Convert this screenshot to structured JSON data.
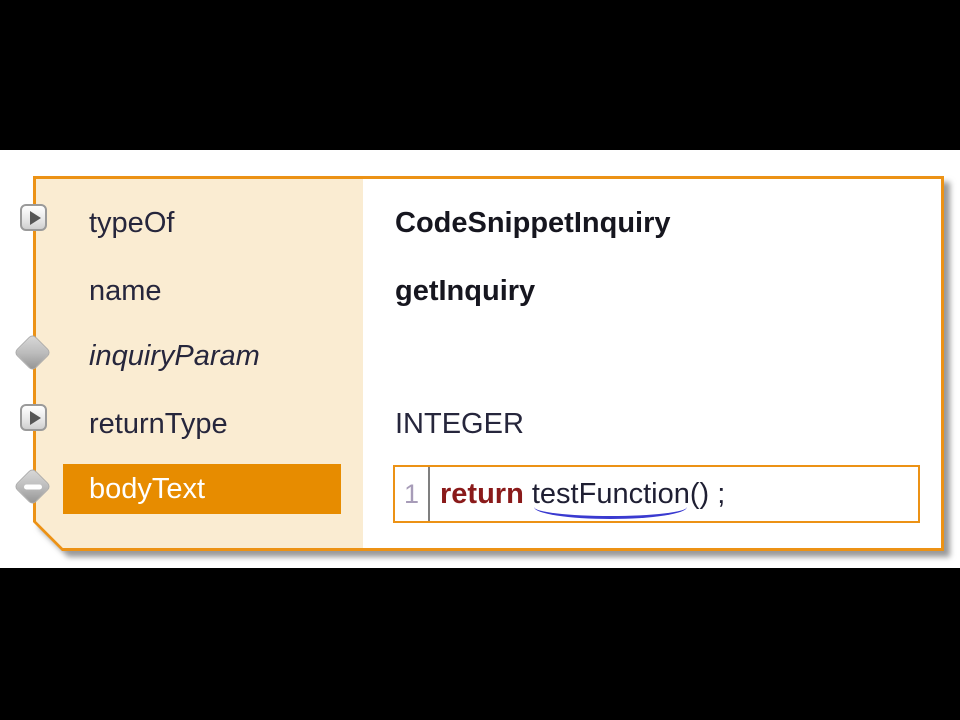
{
  "window": {
    "top_bar_color": "#000000",
    "canvas_color": "#ffffff",
    "bottom_bar_color": "#000000"
  },
  "panel": {
    "border_color": "#EC9215",
    "left_column_color": "#FAECD2",
    "highlight_color": "#E78C00",
    "rows": [
      {
        "label": "typeOf",
        "value": "CodeSnippetInquiry",
        "icon": "expand-arrow-icon",
        "highlighted": false
      },
      {
        "label": "name",
        "value": "getInquiry",
        "icon": null,
        "highlighted": false
      },
      {
        "label": "inquiryParam",
        "value": "",
        "icon": "diamond-icon",
        "highlighted": false
      },
      {
        "label": "returnType",
        "value": "INTEGER",
        "icon": "expand-arrow-icon",
        "highlighted": false
      },
      {
        "label": "bodyText",
        "value": "",
        "icon": "diamond-minus-icon",
        "highlighted": true
      }
    ],
    "editor": {
      "line_number": "1",
      "keyword": "return",
      "identifier": "testFunction",
      "suffix": "() ;",
      "keyword_color": "#8A1A1A",
      "identifier_underline_color": "#3A3AD0",
      "line_number_color": "#A79CB8"
    }
  }
}
